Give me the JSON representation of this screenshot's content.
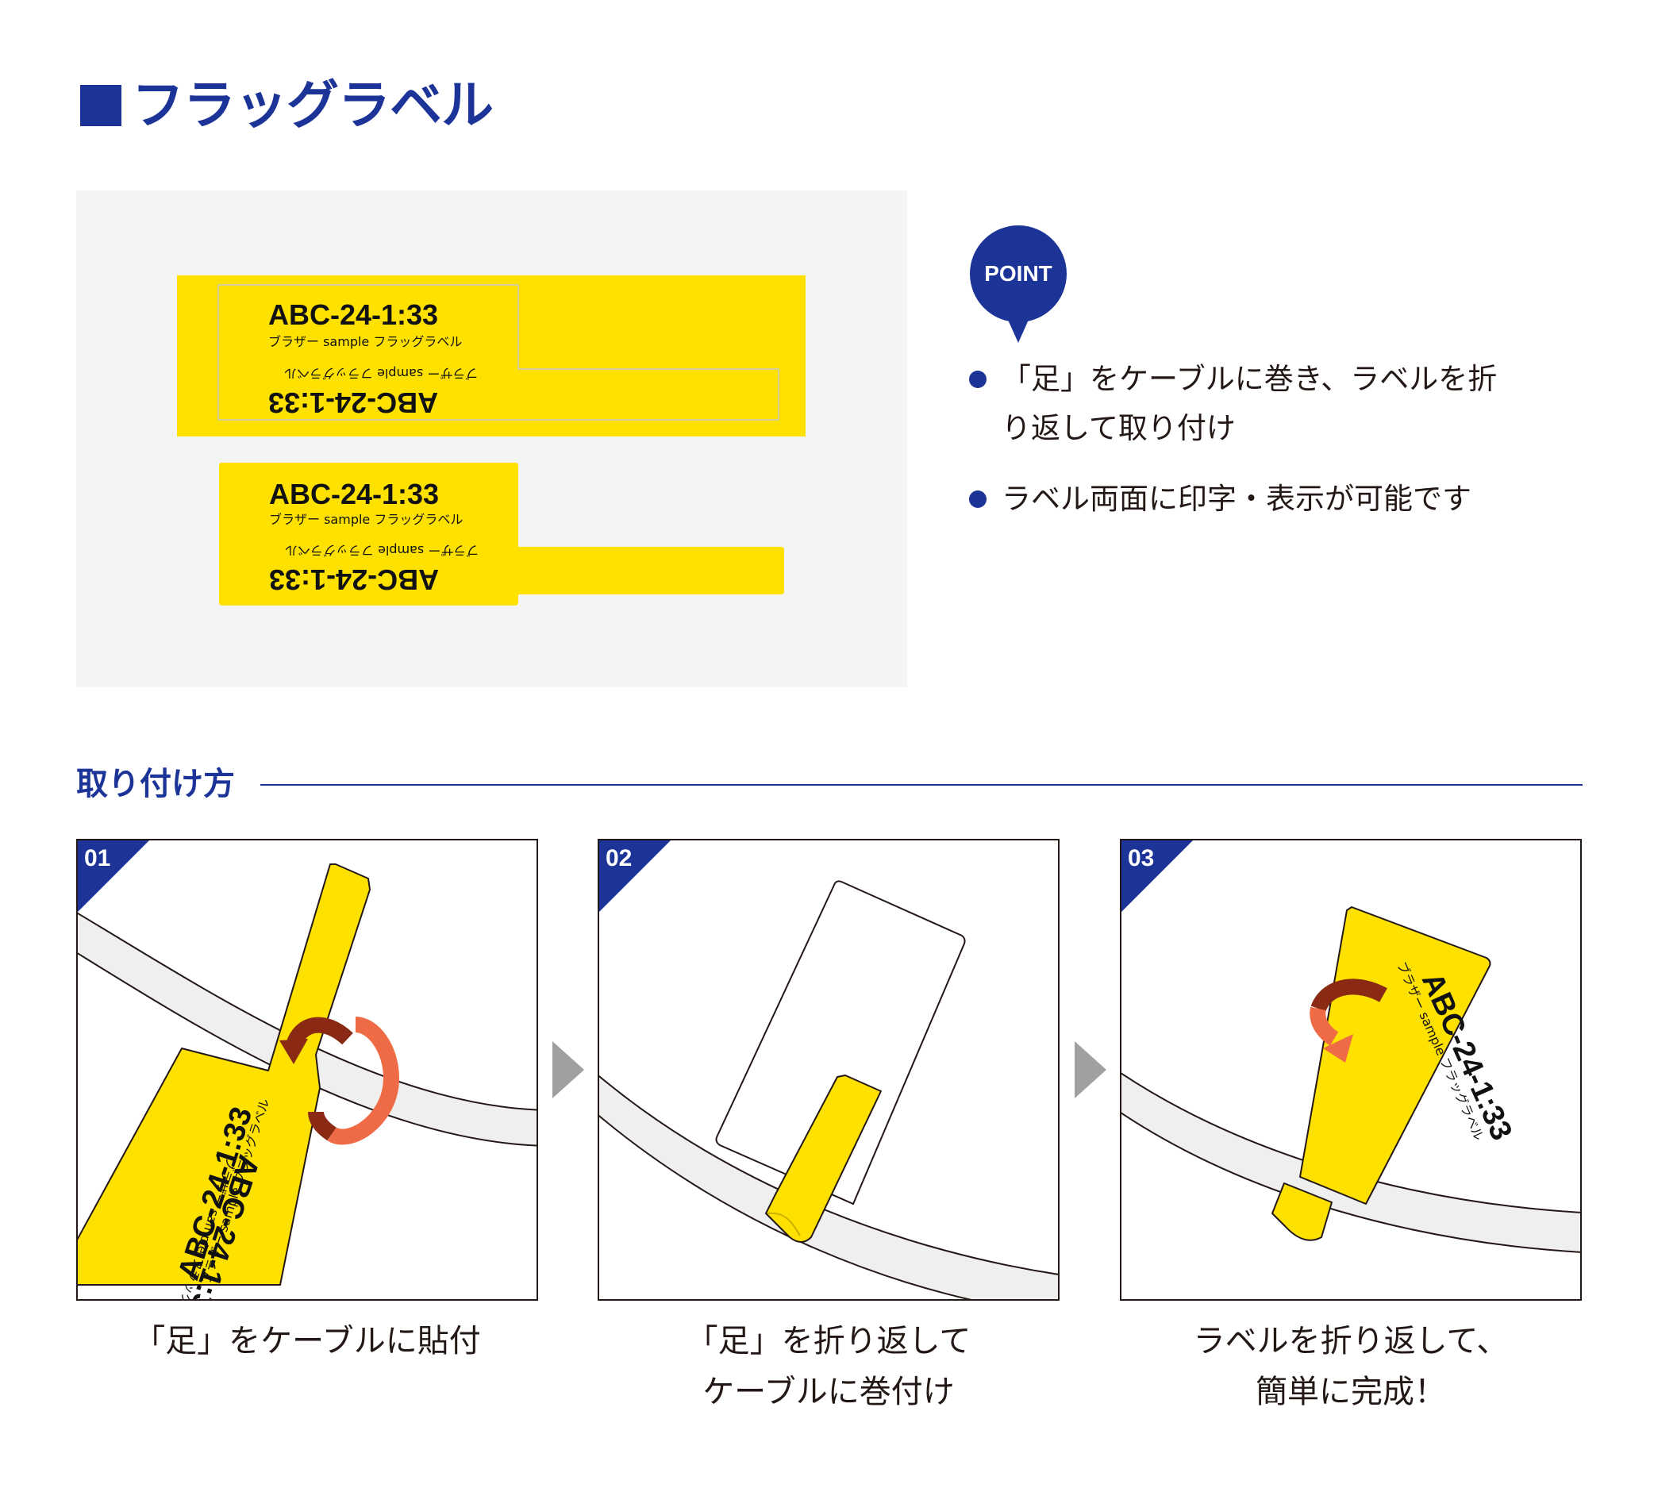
{
  "page_title": "フラッグラベル",
  "sample_label": {
    "code": "ABC-24-1:33",
    "subtitle": "ブラザー sample フラッグラベル"
  },
  "point": {
    "badge": "POINT",
    "bullets": [
      {
        "lines": [
          "「足」をケーブルに巻き、ラベルを折",
          "り返して取り付け"
        ]
      },
      {
        "lines": [
          "ラベル両面に印字・表示が可能です"
        ]
      }
    ]
  },
  "section_title": "取り付け方",
  "steps": [
    {
      "num": "01",
      "caption_lines": [
        "「足」をケーブルに貼付"
      ]
    },
    {
      "num": "02",
      "caption_lines": [
        "「足」を折り返して",
        "ケーブルに巻付け"
      ]
    },
    {
      "num": "03",
      "caption_lines": [
        "ラベルを折り返して、",
        "簡単に完成！"
      ]
    }
  ],
  "colors": {
    "brand_blue": "#1c3497",
    "label_yellow": "#ffe100",
    "panel_bg": "#f3f5f4",
    "arrow_orange": "#ee6b45",
    "arrow_brown": "#8a2a14",
    "cable_gray": "#efefef",
    "step_arrow_gray": "#9fa0a0"
  },
  "icons": [
    "point-pin-icon",
    "bullet-dot-icon",
    "rotate-arrow-icon",
    "step-next-arrow-icon"
  ]
}
